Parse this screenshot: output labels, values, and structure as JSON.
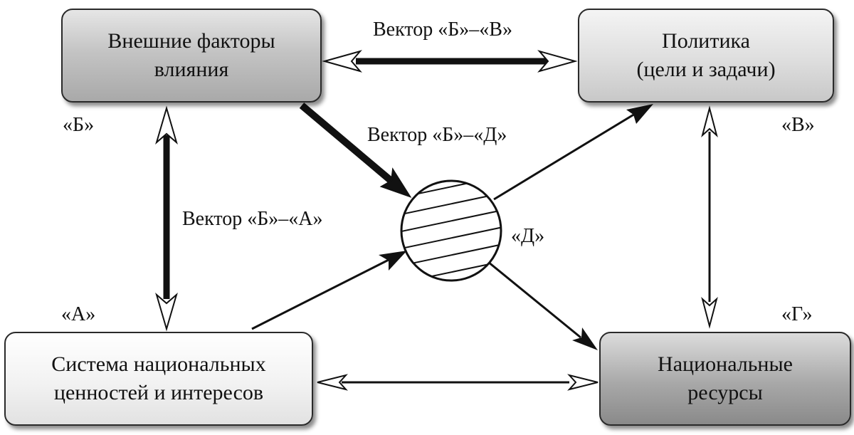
{
  "nodes": {
    "external_factors": {
      "line1": "Внешние факторы",
      "line2": "влияния"
    },
    "policy": {
      "line1": "Политика",
      "line2": "(цели и задачи)"
    },
    "values_system": {
      "line1": "Система национальных",
      "line2": "ценностей и интересов"
    },
    "resources": {
      "line1": "Национальные",
      "line2": "ресурсы"
    }
  },
  "labels": {
    "vector_b_v": "Вектор «Б»–«В»",
    "vector_b_d": "Вектор «Б»–«Д»",
    "vector_b_a": "Вектор «Б»–«А»",
    "b": "«Б»",
    "v": "«В»",
    "d": "«Д»",
    "a": "«А»",
    "g": "«Г»"
  },
  "colors": {
    "line": "#111111",
    "border": "#2a2a2a"
  }
}
